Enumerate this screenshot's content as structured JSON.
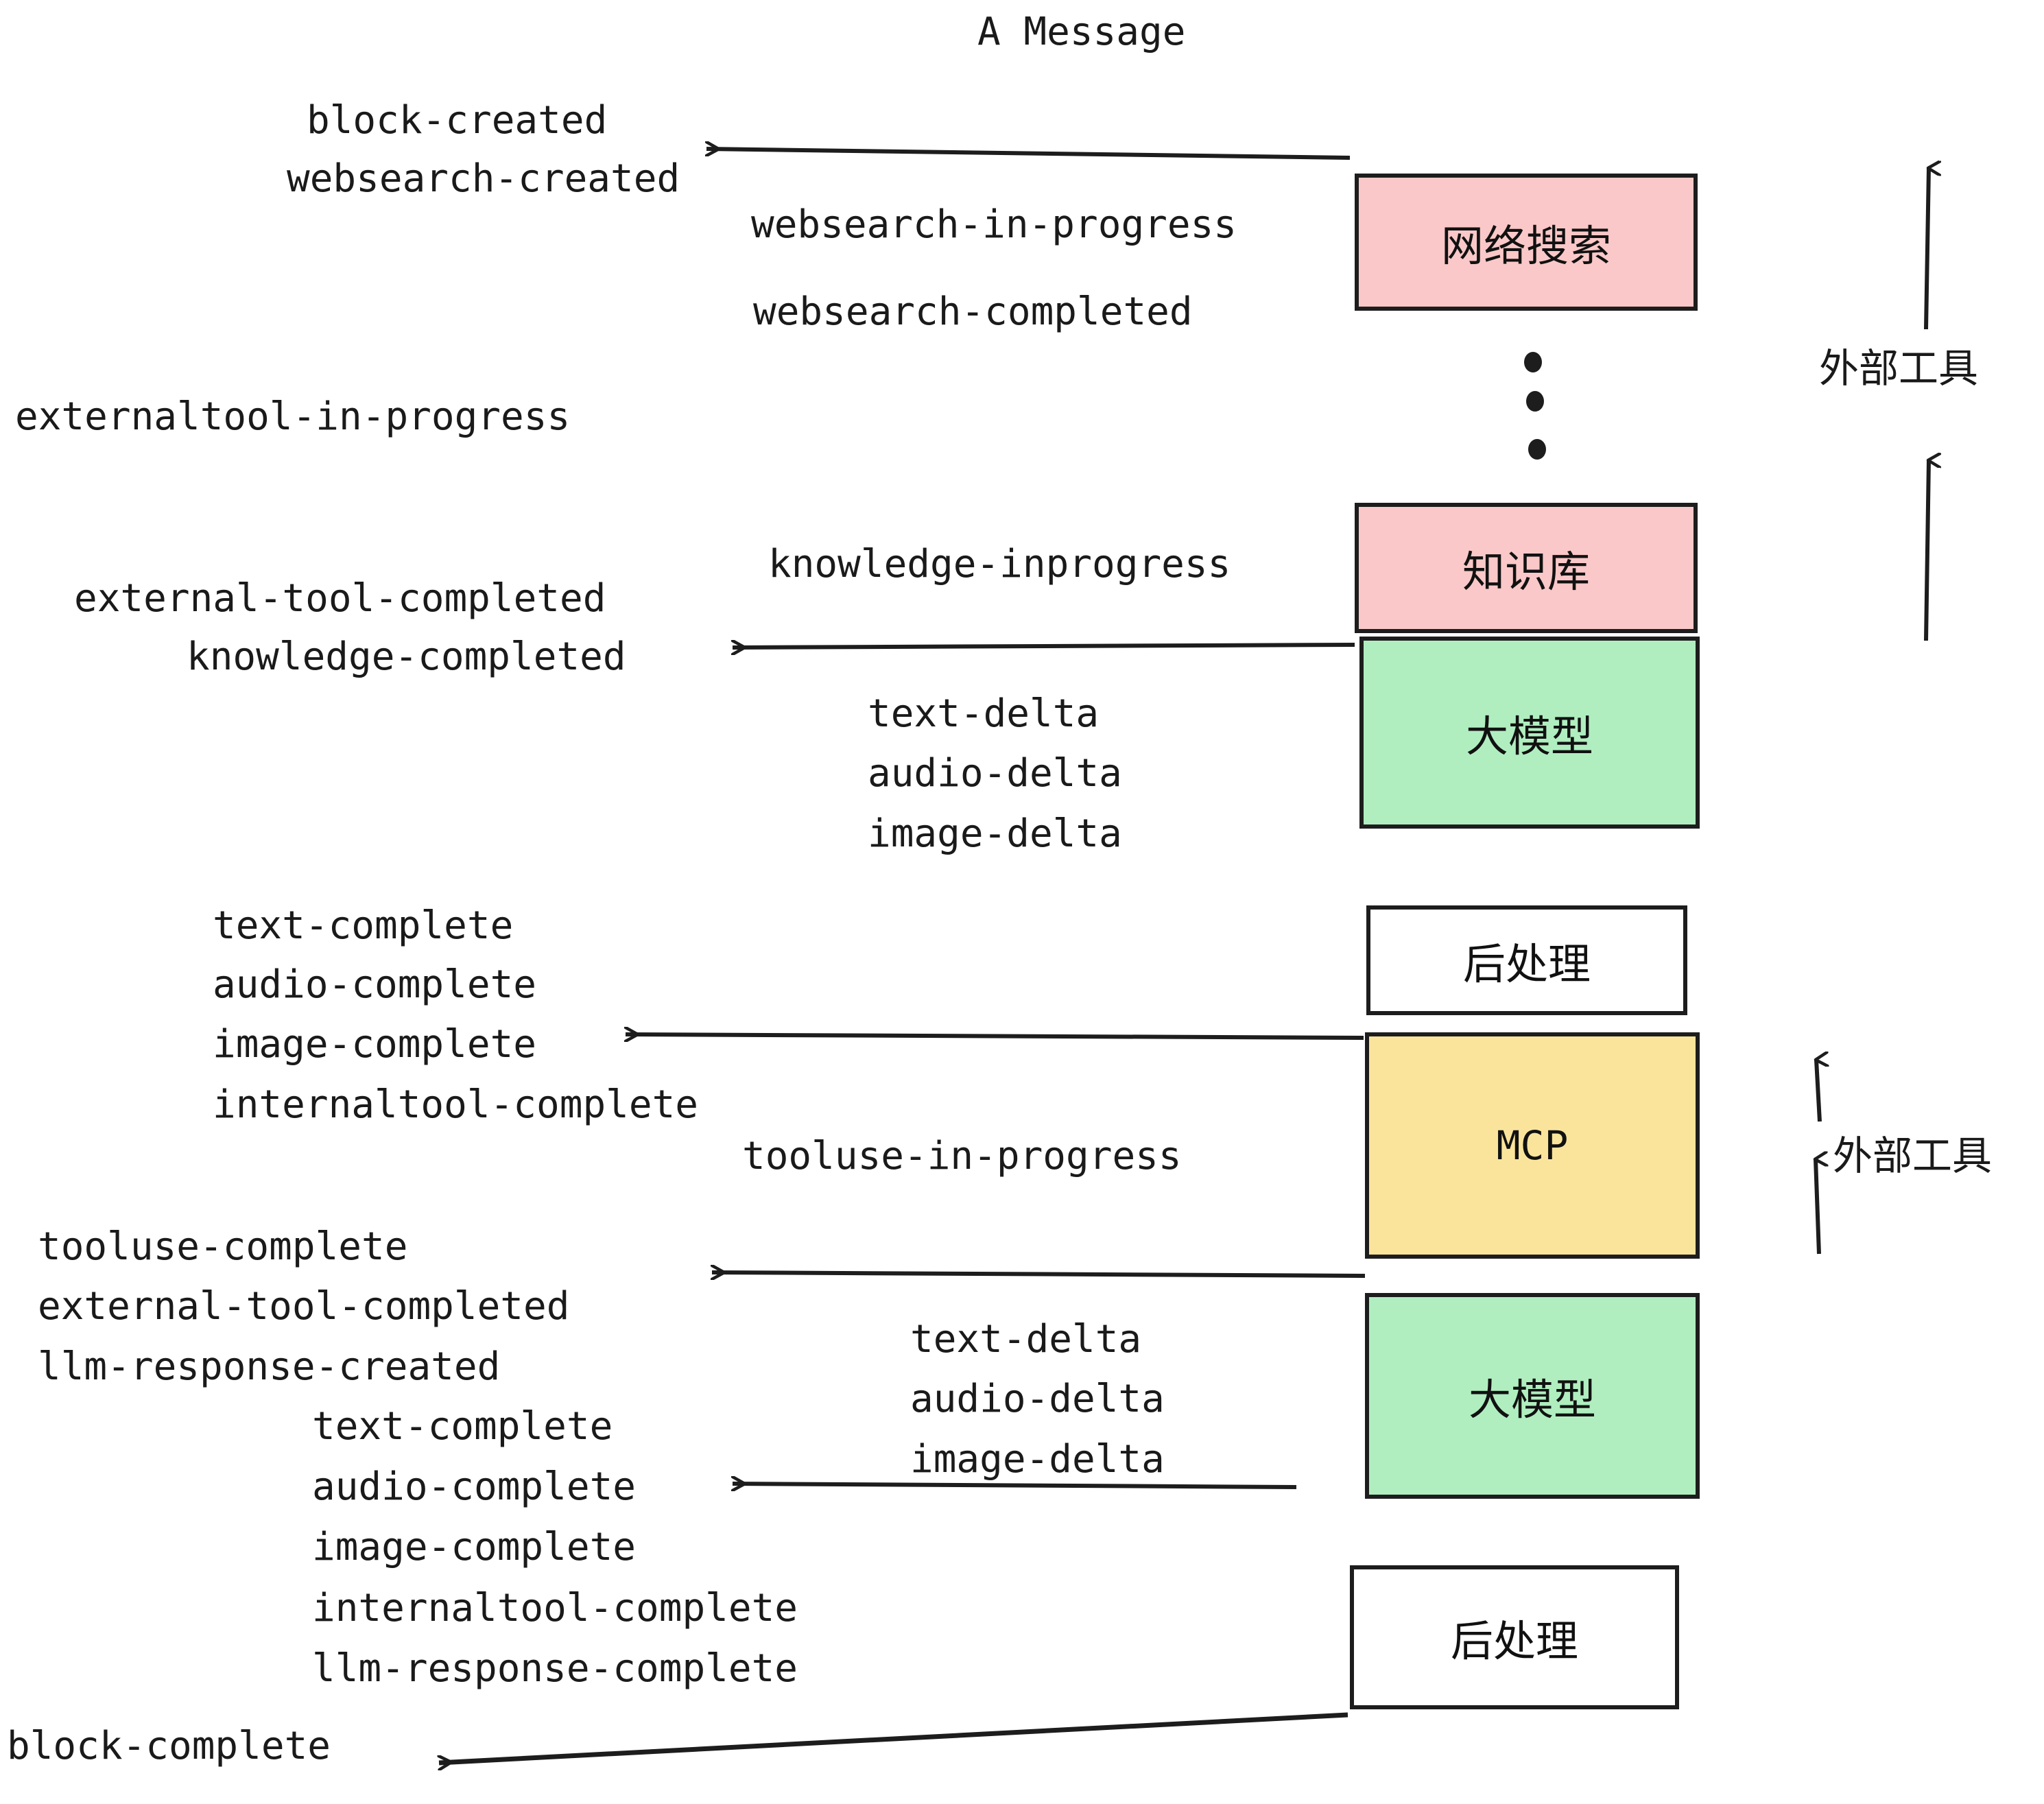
{
  "title": "A Message",
  "boxes": [
    {
      "label": "网络搜索",
      "color": "#fac8c8",
      "name": "box-web-search"
    },
    {
      "label": "知识库",
      "color": "#fac8c8",
      "name": "box-knowledge-base"
    },
    {
      "label": "大模型",
      "color": "#b0eec0",
      "name": "box-llm-1"
    },
    {
      "label": "后处理",
      "color": "#ffffff",
      "name": "box-postprocess-1"
    },
    {
      "label": "MCP",
      "color": "#fae49c",
      "name": "box-mcp"
    },
    {
      "label": "大模型",
      "color": "#b0eec0",
      "name": "box-llm-2"
    },
    {
      "label": "后处理",
      "color": "#ffffff",
      "name": "box-postprocess-2"
    }
  ],
  "side_labels": [
    {
      "text": "外部工具",
      "name": "side-label-external-tools-1"
    },
    {
      "text": "外部工具",
      "name": "side-label-external-tools-2"
    }
  ],
  "events": [
    {
      "text": "block-created"
    },
    {
      "text": "websearch-created"
    },
    {
      "text": "websearch-in-progress"
    },
    {
      "text": "websearch-completed"
    },
    {
      "text": "externaltool-in-progress"
    },
    {
      "text": "knowledge-inprogress"
    },
    {
      "text": "external-tool-completed"
    },
    {
      "text": "knowledge-completed"
    },
    {
      "text": "text-delta"
    },
    {
      "text": "audio-delta"
    },
    {
      "text": "image-delta"
    },
    {
      "text": "text-complete"
    },
    {
      "text": "audio-complete"
    },
    {
      "text": "image-complete"
    },
    {
      "text": "internaltool-complete"
    },
    {
      "text": "tooluse-in-progress"
    },
    {
      "text": "tooluse-complete"
    },
    {
      "text": "external-tool-completed"
    },
    {
      "text": "llm-response-created"
    },
    {
      "text": "text-delta"
    },
    {
      "text": "audio-delta"
    },
    {
      "text": "image-delta"
    },
    {
      "text": "text-complete"
    },
    {
      "text": "audio-complete"
    },
    {
      "text": "image-complete"
    },
    {
      "text": "internaltool-complete"
    },
    {
      "text": "llm-response-complete"
    },
    {
      "text": "block-complete"
    }
  ],
  "colors": {
    "pink": "#fac8c8",
    "green": "#b0eec0",
    "yellow": "#fae49c",
    "white": "#ffffff",
    "stroke": "#1d1d1d",
    "text": "#1a1a1a"
  },
  "ellipsis_dots": 3
}
